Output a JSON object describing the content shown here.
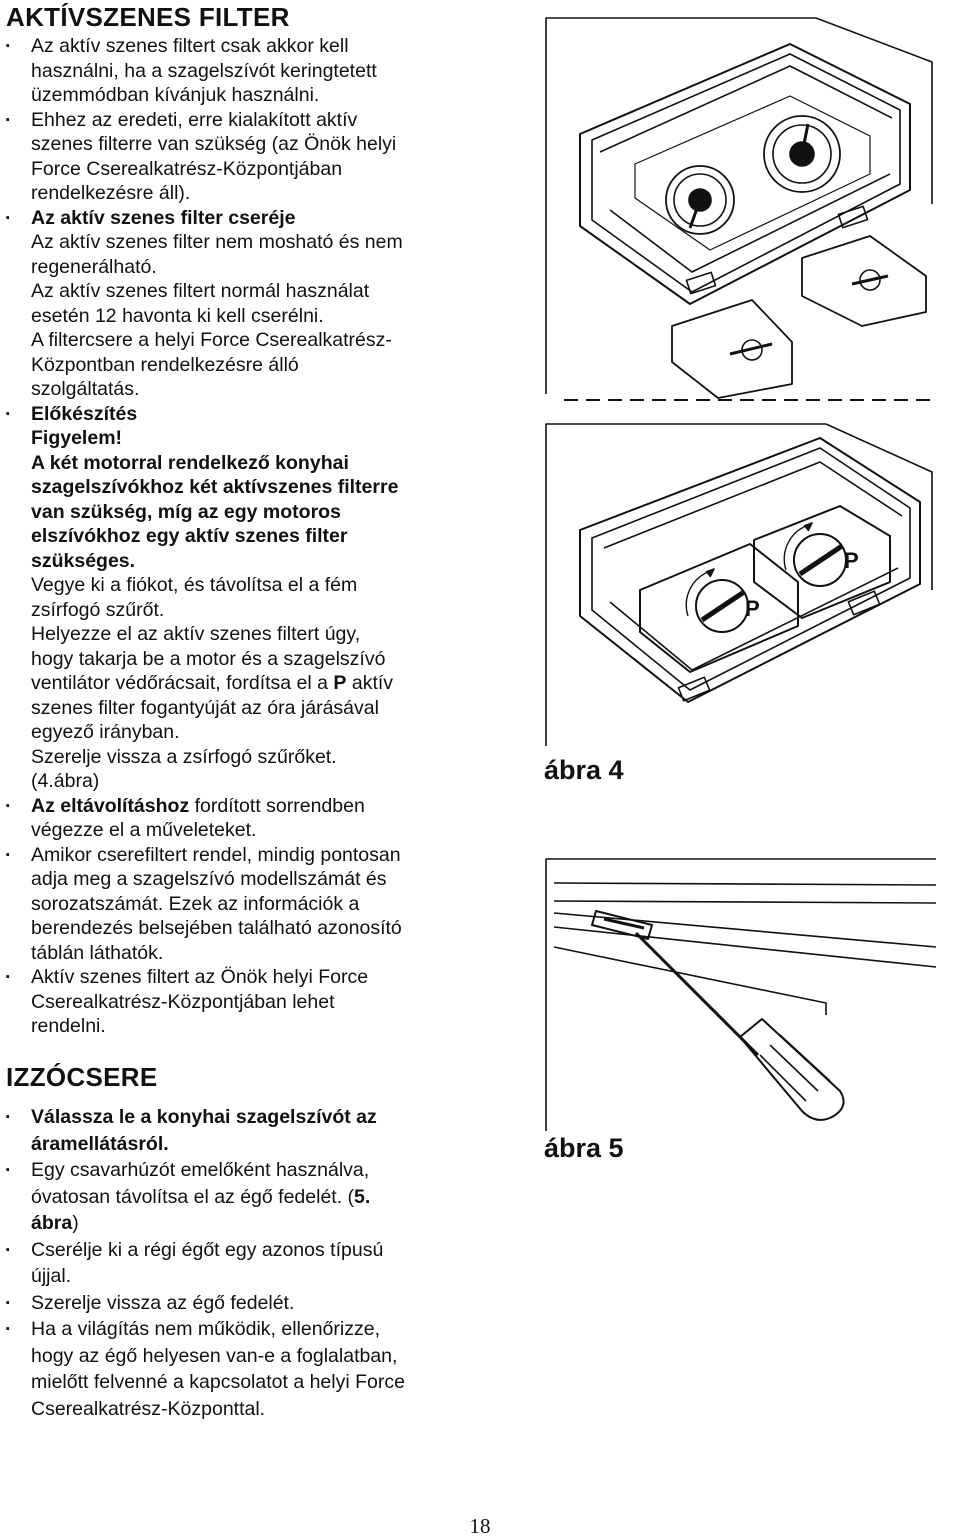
{
  "page_number": "18",
  "section_filter": {
    "title": "AKTÍVSZENES FILTER",
    "items": [
      {
        "lines": [
          "Az aktív szenes filtert csak akkor kell",
          "használni, ha a szagelszívót keringtetett",
          "üzemmódban kívánjuk használni."
        ]
      },
      {
        "lines": [
          "Ehhez az eredeti, erre kialakított aktív",
          "szenes filterre van szükség (az Önök helyi",
          "Force Cserealkatrész-Központjában",
          "rendelkezésre áll)."
        ]
      },
      {
        "heading": "Az aktív szenes filter cseréje",
        "lines": [
          "Az aktív szenes filter nem mosható és nem",
          "regenerálható.",
          "Az aktív szenes filtert normál használat",
          "esetén 12 havonta ki kell cserélni.",
          "A filtercsere a helyi Force Cserealkatrész-",
          "Központban rendelkezésre álló",
          "szolgáltatás."
        ]
      },
      {
        "heading": "Előkészítés",
        "warning_lines": [
          "Figyelem!",
          "A két motorral rendelkező konyhai",
          "szagelszívókhoz két aktívszenes filterre",
          "van szükség, míg az egy motoros",
          "elszívókhoz egy aktív szenes filter",
          "szükséges."
        ],
        "lines_a": [
          "Vegye ki a fiókot, és távolítsa el a fém",
          "zsírfogó szűrőt.",
          "Helyezze el az aktív szenes filtert úgy,",
          "hogy takarja be a motor és a szagelszívó",
          "ventilátor védőrácsait, fordítsa el a"
        ],
        "p_letter": "P",
        "lines_a_cont": " aktív",
        "lines_b": [
          "szenes filter fogantyúját az óra járásával",
          "egyező irányban.",
          "Szerelje vissza a zsírfogó szűrőket.",
          "(4.ábra)"
        ]
      },
      {
        "bold_lead": "Az eltávolításhoz",
        "rest_first": " fordított sorrendben",
        "lines": [
          "végezze el a műveleteket."
        ]
      },
      {
        "lines": [
          "Amikor cserefiltert rendel, mindig pontosan",
          "adja meg a szagelszívó modellszámát és",
          "sorozatszámát. Ezek az információk a",
          "berendezés belsejében található azonosító",
          "táblán láthatók."
        ]
      },
      {
        "lines": [
          "Aktív szenes filtert az Önök helyi Force",
          "Cserealkatrész-Központjában lehet",
          "rendelni."
        ]
      }
    ]
  },
  "section_lamp": {
    "title": "IZZÓCSERE",
    "items": [
      {
        "bold_lines": [
          "Válassza le a konyhai szagelszívót az",
          "áramellátásról."
        ]
      },
      {
        "lines": [
          "Egy csavarhúzót emelőként használva,",
          "óvatosan távolítsa el az égő fedelét. ("
        ],
        "ref_num": "5.",
        "ref_word": "ábra",
        "ref_close": ")"
      },
      {
        "lines": [
          "Cserélje ki a régi égőt egy azonos típusú",
          "újjal."
        ]
      },
      {
        "lines": [
          "Szerelje vissza az égő fedelét."
        ]
      },
      {
        "lines": [
          "Ha a világítás nem működik, ellenőrizze,",
          "hogy az égő helyesen van-e a foglalatban,",
          "mielőtt felvenné a kapcsolatot a helyi Force",
          "Cserealkatrész-Központtal."
        ]
      }
    ]
  },
  "figures": {
    "fig4_caption": "ábra 4",
    "fig5_caption": "ábra 5",
    "p_mark": "P"
  }
}
